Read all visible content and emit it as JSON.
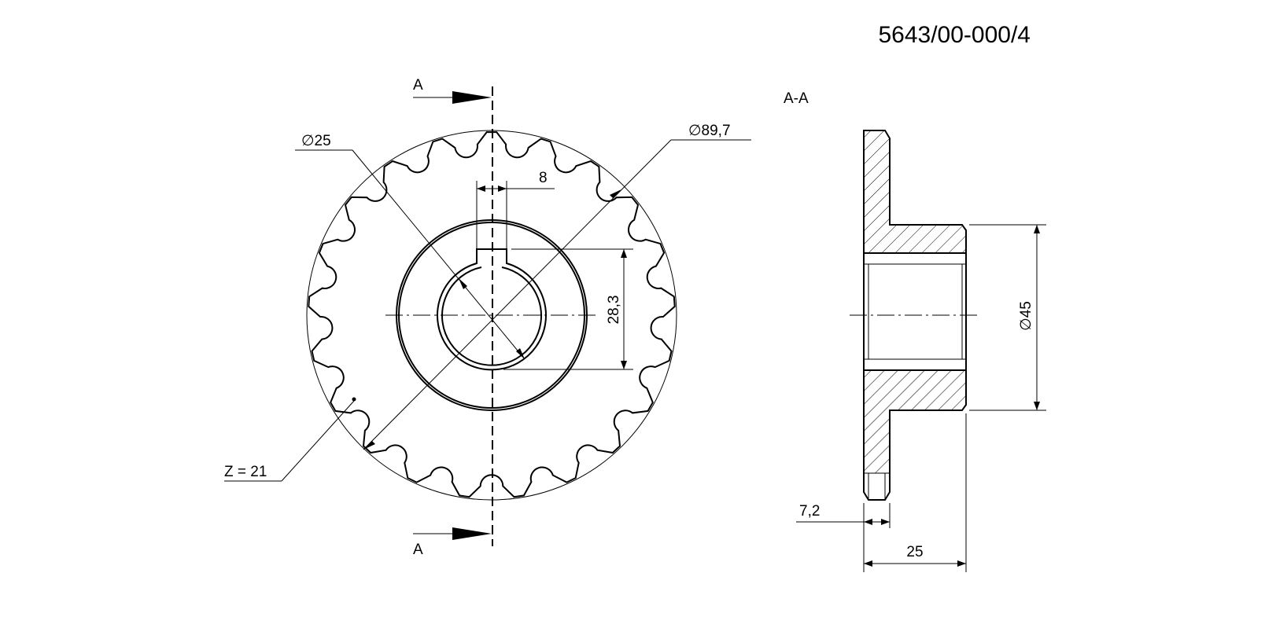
{
  "drawing_number": "5643/00-000/4",
  "front_view": {
    "section_marker_top": "A",
    "section_marker_bottom": "A",
    "bore_diameter_label": "∅25",
    "tip_diameter_label": "∅89,7",
    "key_width_label": "8",
    "keyway_depth_label": "28,3",
    "teeth_label": "Z = 21",
    "teeth_count": 21
  },
  "section_view": {
    "title": "A-A",
    "hub_diameter_label": "∅45",
    "plate_thickness_label": "7,2",
    "hub_length_label": "25"
  }
}
